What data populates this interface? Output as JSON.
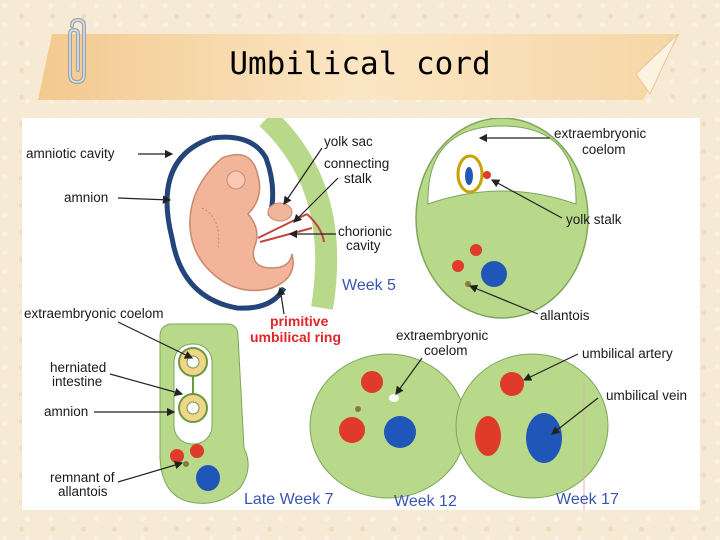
{
  "slide": {
    "title": "Umbilical cord"
  },
  "diagram": {
    "labels": {
      "amniotic_cavity": "amniotic cavity",
      "amnion_top": "amnion",
      "yolk_sac": "yolk sac",
      "connecting_stalk_1": "connecting",
      "connecting_stalk_2": "stalk",
      "chorionic_cavity_1": "chorionic",
      "chorionic_cavity_2": "cavity",
      "extraembryonic_coelom_top_1": "extraembryonic",
      "extraembryonic_coelom_top_2": "coelom",
      "yolk_stalk": "yolk stalk",
      "allantois": "allantois",
      "extraembryonic_coelom_left": "extraembryonic coelom",
      "primitive_ring_1": "primitive",
      "primitive_ring_2": "umbilical ring",
      "extraembryonic_coelom_mid_1": "extraembryonic",
      "extraembryonic_coelom_mid_2": "coelom",
      "herniated_1": "herniated",
      "herniated_2": "intestine",
      "amnion_bottom": "amnion",
      "remnant_1": "remnant of",
      "remnant_2": "allantois",
      "umbilical_artery": "umbilical artery",
      "umbilical_vein": "umbilical vein"
    },
    "stages": {
      "week5": "Week 5",
      "late_week7": "Late Week 7",
      "week12": "Week 12",
      "week17": "Week 17"
    },
    "colors": {
      "tissue_green": "#b8d98a",
      "artery_red": "#e03a2a",
      "vein_blue": "#1f56b8",
      "week_label_blue": "#3a55b0",
      "ring_label_red": "#e0262a",
      "embryo_pink": "#f2b59a"
    }
  }
}
